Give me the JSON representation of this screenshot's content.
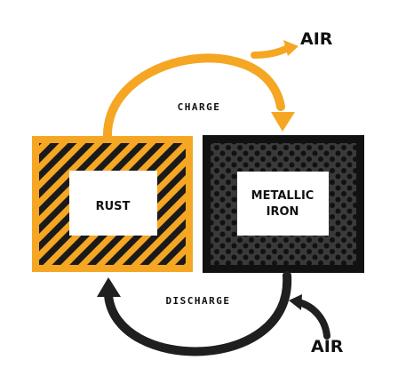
{
  "rust_box": {
    "label": "RUST"
  },
  "iron_box": {
    "label_line1": "METALLIC",
    "label_line2": "IRON"
  },
  "charge": {
    "label": "CHARGE"
  },
  "discharge": {
    "label": "DISCHARGE"
  },
  "air_out": {
    "label": "AIR"
  },
  "air_in": {
    "label": "AIR"
  },
  "colors": {
    "rust": "#f5a623",
    "iron": "#1a1a1a",
    "arrow_charge": "#f5a623",
    "arrow_discharge": "#1f1f1f",
    "text": "#111111"
  },
  "patterns": {
    "rust": "diagonal-stripes",
    "iron": "dots"
  }
}
